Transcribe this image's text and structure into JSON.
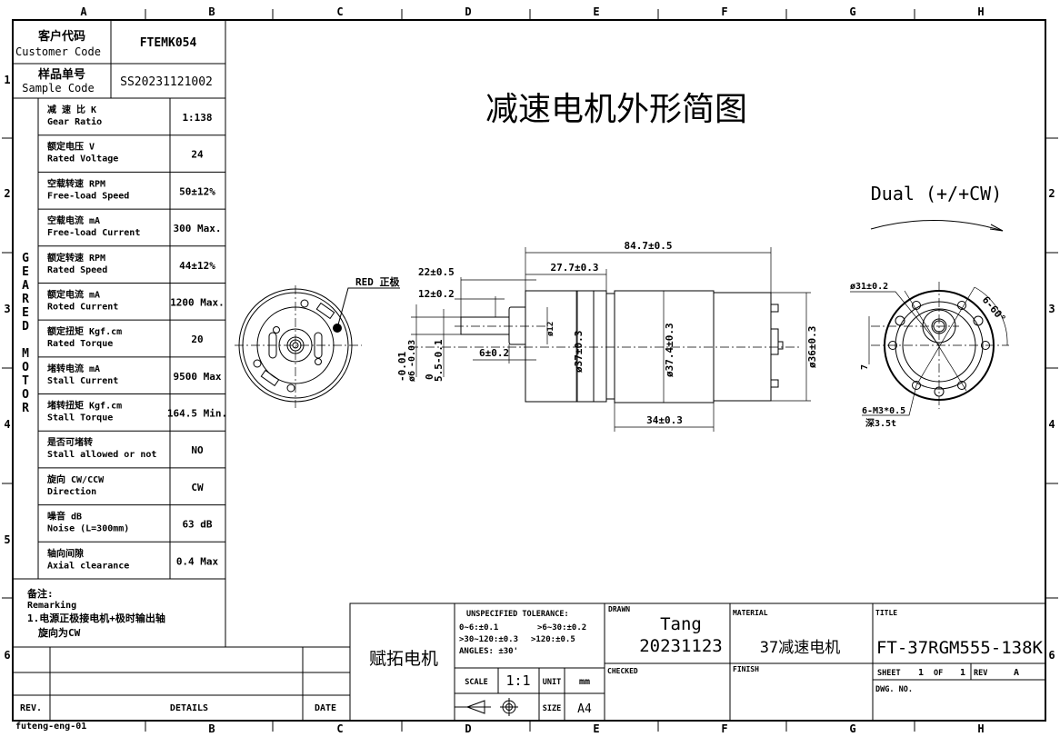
{
  "grid": {
    "columns": [
      "A",
      "B",
      "C",
      "D",
      "E",
      "F",
      "G",
      "H"
    ],
    "bottom_columns": [
      "B",
      "C",
      "D",
      "E",
      "F",
      "G",
      "H"
    ],
    "rows": [
      "1",
      "2",
      "3",
      "4",
      "5",
      "6"
    ]
  },
  "header": {
    "customer_code_cn": "客户代码",
    "customer_code_en": "Customer Code",
    "customer_code_value": "FTEMK054",
    "sample_code_cn": "样品单号",
    "sample_code_en": "Sample Code",
    "sample_code_value": "SS20231121002"
  },
  "specs": {
    "group_label": [
      "G",
      "E",
      "A",
      "R",
      "E",
      "D",
      "",
      "M",
      "O",
      "T",
      "O",
      "R"
    ],
    "rows": [
      {
        "cn": "减 速 比 K",
        "en": "Gear Ratio",
        "value": "1:138"
      },
      {
        "cn": "额定电压 V",
        "en": "Rated Voltage",
        "value": "24"
      },
      {
        "cn": "空载转速 RPM",
        "en": "Free-load Speed",
        "value": "50±12%"
      },
      {
        "cn": "空载电流 mA",
        "en": "Free-load Current",
        "value": "300 Max."
      },
      {
        "cn": "额定转速 RPM",
        "en": "Rated Speed",
        "value": "44±12%"
      },
      {
        "cn": "额定电流 mA",
        "en": "Roted Current",
        "value": "1200 Max."
      },
      {
        "cn": "额定扭矩 Kgf.cm",
        "en": "Rated Torque",
        "value": "20"
      },
      {
        "cn": "堵转电流 mA",
        "en": "Stall Current",
        "value": "9500 Max"
      },
      {
        "cn": "堵转扭矩 Kgf.cm",
        "en": "Stall Torque",
        "value": "164.5 Min."
      },
      {
        "cn": "是否可堵转",
        "en": "Stall allowed or not",
        "value": "NO"
      },
      {
        "cn": "旋向 CW/CCW",
        "en": "Direction",
        "value": "CW"
      },
      {
        "cn": "噪音 dB",
        "en": "Noise (L=300mm)",
        "value": "63 dB"
      },
      {
        "cn": "轴向间隙",
        "en": "Axial clearance",
        "value": "0.4 Max"
      }
    ]
  },
  "remarks": {
    "title_cn": "备注:",
    "title_en": "Remarking",
    "line1": "1.电源正极接电机+极时输出轴",
    "line2": "旋向为CW"
  },
  "revision_table": {
    "rev": "REV.",
    "details": "DETAILS",
    "date": "DATE"
  },
  "template_id": "futeng-eng-01",
  "drawing": {
    "title": "减速电机外形简图",
    "rotation_label": "Dual (+/+CW)",
    "red_label": "RED 正极",
    "dims": {
      "overall": "84.7±0.5",
      "gearbox": "27.7±0.3",
      "shaft_len": "22±0.5",
      "flat_len": "12±0.2",
      "boss_len": "6±0.2",
      "shaft_dia": "ø6",
      "shaft_tol": "-0.01",
      "shaft_tol2": "-0.03",
      "flat": "5.5",
      "flat_tol_top": "0",
      "flat_tol": "-0.1",
      "boss_dia": "ø12",
      "gearbox_dia": "ø37±0.3",
      "motor_dia": "ø37.4±0.3",
      "rear_dia": "ø36±0.3",
      "motor_len": "34±0.3",
      "pcd": "ø31±0.2",
      "angle": "6-60°",
      "offset": "7",
      "holes": "6-M3*0.5",
      "depth": "深3.5t"
    }
  },
  "title_block": {
    "company": "赋拓电机",
    "tolerance_title": "UNSPECIFIED TOLERANCE:",
    "tol1": "0~6:±0.1",
    "tol2": ">6~30:±0.2",
    "tol3": ">30~120:±0.3",
    "tol4": ">120:±0.5",
    "angles": "ANGLES:  ±30'",
    "scale_label": "SCALE",
    "scale": "1:1",
    "unit_label": "UNIT",
    "unit": "mm",
    "size_label": "SIZE",
    "size": "A4",
    "drawn_label": "DRAWN",
    "drawn_by": "Tang",
    "drawn_date": "20231123",
    "checked_label": "CHECKED",
    "material_label": "MATERIAL",
    "material": "37减速电机",
    "finish_label": "FINISH",
    "title_label": "TITLE",
    "title": "FT-37RGM555-138K",
    "sheet_label": "SHEET",
    "sheet": "1",
    "of_label": "OF",
    "sheet_total": "1",
    "rev_label": "REV",
    "rev": "A",
    "dwg_no_label": "DWG. NO."
  }
}
